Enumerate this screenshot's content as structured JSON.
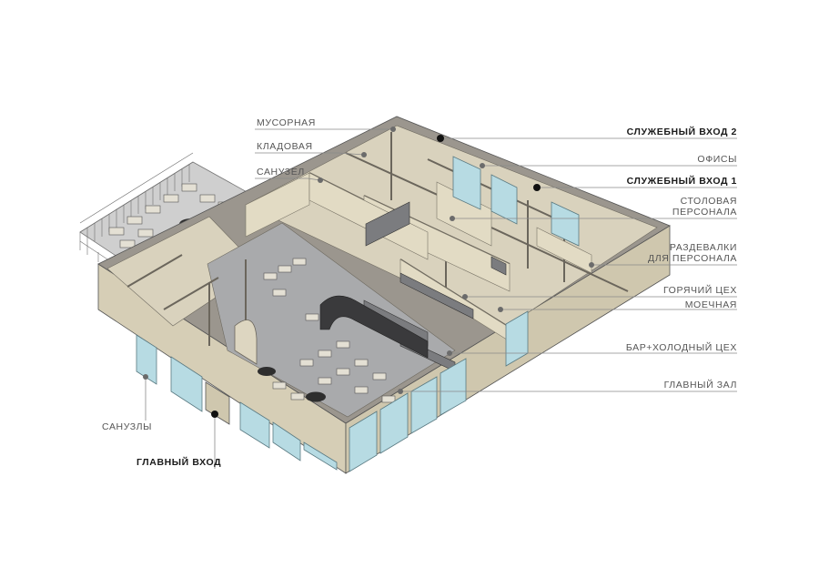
{
  "colors": {
    "wall_top": "#9b968e",
    "wall_side": "#d6ceb6",
    "floor_room": "#d9d2bd",
    "floor_hall": "#a9aaac",
    "glass": "#b7dbe3",
    "counter": "#3a3a3c",
    "equipment": "#7b7c7f",
    "terrace": "#c9c9c9"
  },
  "labels": {
    "garbage": "МУСОРНАЯ",
    "storage": "КЛАДОВАЯ",
    "wc_staff": "САНУЗЕЛ",
    "service_entry_2": "СЛУЖЕБНЫЙ ВХОД 2",
    "offices": "ОФИСЫ",
    "service_entry_1": "СЛУЖЕБНЫЙ ВХОД 1",
    "staff_canteen_1": "СТОЛОВАЯ",
    "staff_canteen_2": "ПЕРСОНАЛА",
    "locker_rooms_1": "РАЗДЕВАЛКИ",
    "locker_rooms_2": "ДЛЯ ПЕРСОНАЛА",
    "hot_kitchen": "ГОРЯЧИЙ ЦЕХ",
    "dishwashing": "МОЕЧНАЯ",
    "bar_cold": "БАР+ХОЛОДНЫЙ ЦЕХ",
    "main_hall": "ГЛАВНЫЙ ЗАЛ",
    "wc_guests": "САНУЗЛЫ",
    "main_entry": "ГЛАВНЫЙ ВХОД"
  }
}
